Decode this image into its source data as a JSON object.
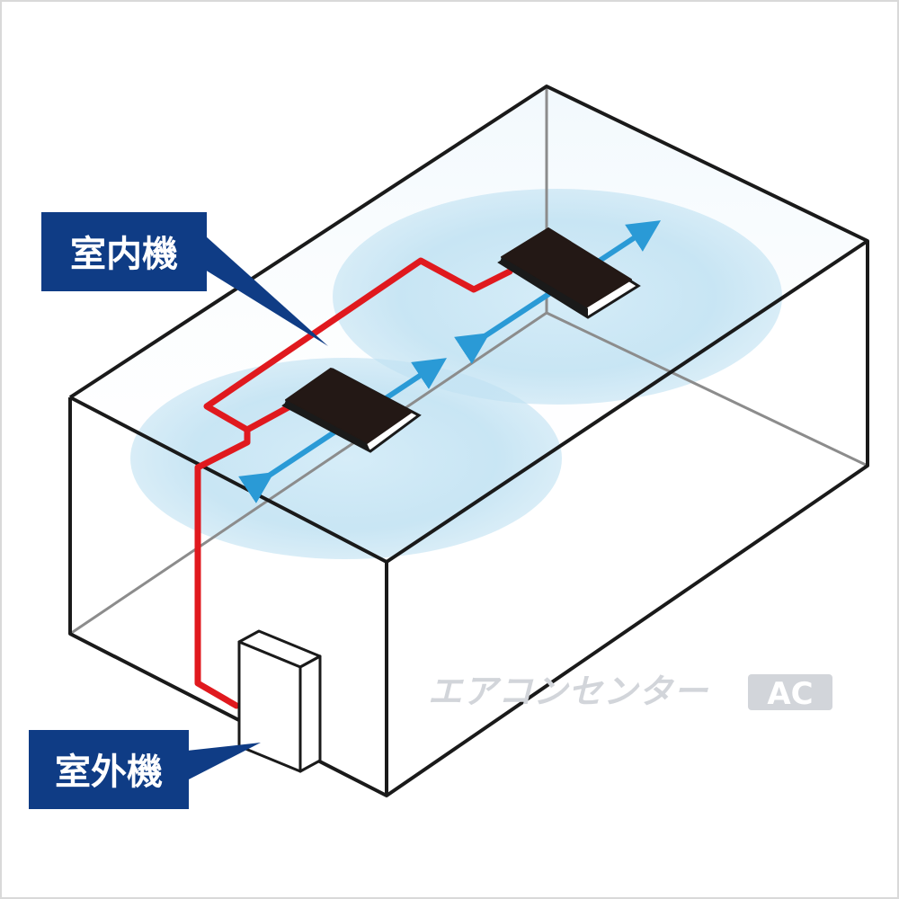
{
  "labels": {
    "indoor_unit": "室内機",
    "outdoor_unit": "室外機"
  },
  "watermark": {
    "text": "エアコンセンター",
    "logo": "AC"
  },
  "colors": {
    "label_bg": "#0f3c85",
    "pipe": "#e0191e",
    "airflow": "#2a9ad6",
    "air_zone": "#bfe1f2",
    "unit_body": "#231815",
    "outline": "#1a1a1a"
  },
  "icons": {
    "indoor_unit": "ceiling-cassette-icon",
    "outdoor_unit": "outdoor-unit-icon",
    "airflow": "double-arrow-icon"
  }
}
